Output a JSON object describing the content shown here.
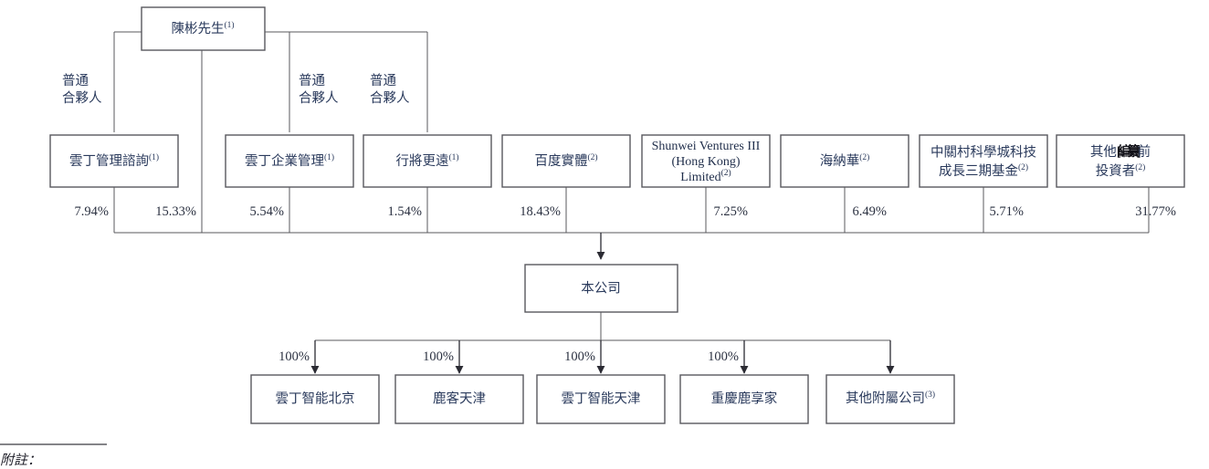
{
  "chart_data": {
    "type": "diagram",
    "title": "",
    "diagram_kind": "shareholding-structure-org-chart",
    "language": "zh-Hant",
    "notes_heading": "附註：",
    "ultimate_owner": {
      "label": "陳彬先生",
      "superscript": "(1)",
      "role_label_text": "普通\n合夥人",
      "role_lines": [
        "普通",
        "合夥人"
      ],
      "general_partner_of": [
        "雲丁管理諮詢",
        "雲丁企業管理",
        "行將更遠"
      ]
    },
    "shareholders": [
      {
        "id": "sh1",
        "lines": [
          "雲丁管理諮詢"
        ],
        "superscript": "(1)",
        "percent": "7.94%",
        "gp_label": true
      },
      {
        "id": "sh1b",
        "lines": [
          "雲丁管理諮詢"
        ],
        "superscript": "(1)",
        "percent": "15.33%",
        "gp_label": false,
        "direct_from_owner": true
      },
      {
        "id": "sh2",
        "lines": [
          "雲丁企業管理"
        ],
        "superscript": "(1)",
        "percent": "5.54%",
        "gp_label": true
      },
      {
        "id": "sh3",
        "lines": [
          "行將更遠"
        ],
        "superscript": "(1)",
        "percent": "1.54%",
        "gp_label": true
      },
      {
        "id": "sh4",
        "lines": [
          "百度實體"
        ],
        "superscript": "(2)",
        "percent": "18.43%",
        "gp_label": false
      },
      {
        "id": "sh5",
        "lines": [
          "Shunwei Ventures III",
          "(Hong Kong)",
          "Limited"
        ],
        "superscript": "(2)",
        "percent": "7.25%",
        "latin": true,
        "gp_label": false
      },
      {
        "id": "sh6",
        "lines": [
          "海納華"
        ],
        "superscript": "(2)",
        "percent": "6.49%",
        "gp_label": false
      },
      {
        "id": "sh7",
        "lines": [
          "中關村科學城科技",
          "成長三期基金"
        ],
        "superscript": "(2)",
        "percent": "5.71%",
        "gp_label": false
      },
      {
        "id": "sh8",
        "lines": [
          "其他[編纂]前",
          "投資者"
        ],
        "superscript": "(2)",
        "percent": "31.77%",
        "gp_label": false,
        "has_bold_bracket": true,
        "bracket_text": "[編纂]"
      }
    ],
    "company": {
      "label": "本公司",
      "superscript": ""
    },
    "subsidiaries": [
      {
        "id": "sub1",
        "label": "雲丁智能北京",
        "superscript": "",
        "percent": "100%"
      },
      {
        "id": "sub2",
        "label": "鹿客天津",
        "superscript": "",
        "percent": "100%"
      },
      {
        "id": "sub3",
        "label": "雲丁智能天津",
        "superscript": "",
        "percent": "100%"
      },
      {
        "id": "sub4",
        "label": "重慶鹿享家",
        "superscript": "",
        "percent": "100%"
      },
      {
        "id": "sub5",
        "label": "其他附屬公司",
        "superscript": "(3)",
        "percent": ""
      }
    ],
    "role_labels": [
      {
        "id": "role1",
        "lines": [
          "普通",
          "合夥人"
        ]
      },
      {
        "id": "role2",
        "lines": [
          "普通",
          "合夥人"
        ]
      },
      {
        "id": "role3",
        "lines": [
          "普通",
          "合夥人"
        ]
      }
    ],
    "percent_values": [
      "7.94%",
      "15.33%",
      "5.54%",
      "1.54%",
      "18.43%",
      "7.25%",
      "6.49%",
      "5.71%",
      "31.77%"
    ],
    "subsidiary_percent_values": [
      "100%",
      "100%",
      "100%",
      "100%"
    ],
    "colors": {
      "box_stroke": "#58585e",
      "connector": "#58585e",
      "arrow": "#2b2b33",
      "text": "#2a3a5c",
      "background": "#ffffff"
    }
  }
}
